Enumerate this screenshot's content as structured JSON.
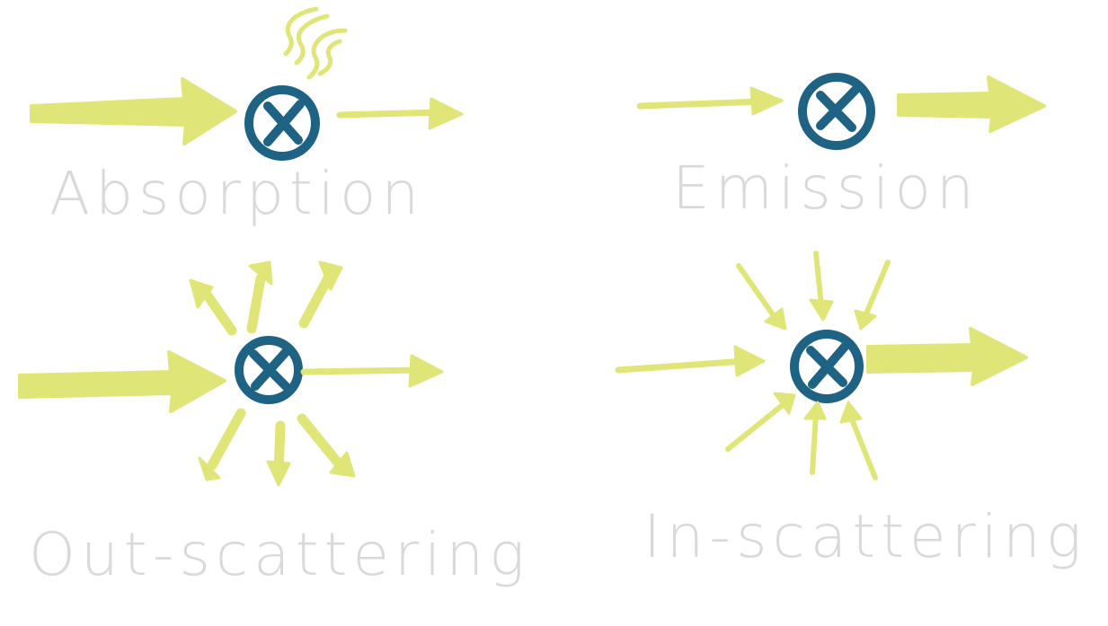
{
  "colors": {
    "arrow": "#dfe677",
    "particle": "#1e6284",
    "label": "#d9d9d9",
    "background": "#ffffff"
  },
  "panels": [
    {
      "id": "absorption",
      "label": "Absorption"
    },
    {
      "id": "emission",
      "label": "Emission"
    },
    {
      "id": "out-scattering",
      "label": "Out-scattering"
    },
    {
      "id": "in-scattering",
      "label": "In-scattering"
    }
  ]
}
